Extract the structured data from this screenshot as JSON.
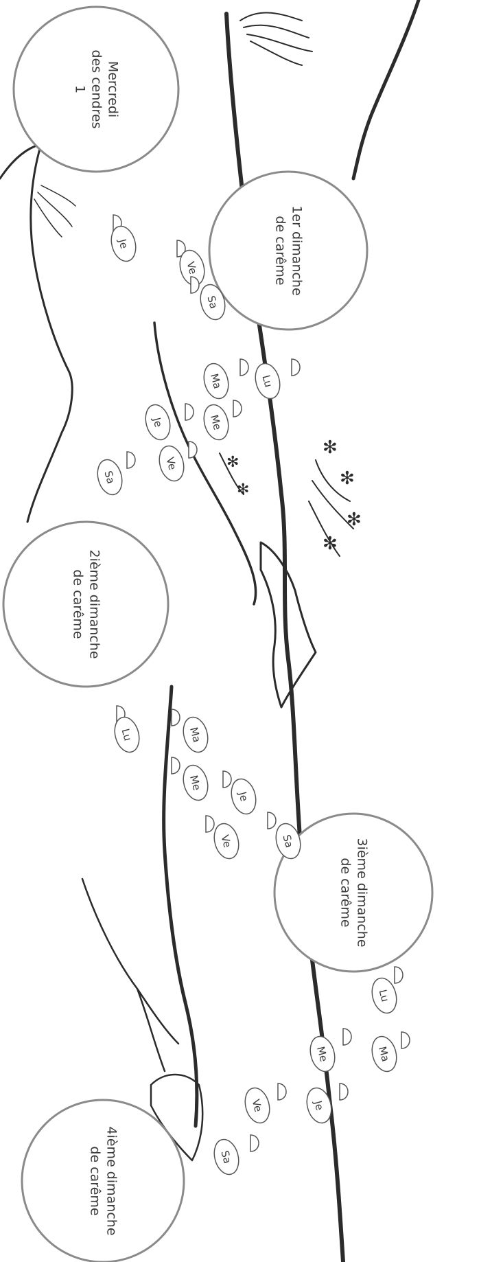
{
  "circles": [
    {
      "lines": [
        "Mercredi",
        "des cendres",
        "1"
      ]
    },
    {
      "lines": [
        "1er dimanche",
        "de carême"
      ]
    },
    {
      "lines": [
        "2ième dimanche",
        "de carême"
      ]
    },
    {
      "lines": [
        "3ième dimanche",
        "de carême"
      ]
    },
    {
      "lines": [
        "4ième dimanche",
        "de carême"
      ]
    }
  ],
  "footsteps": [
    "Je",
    "Ve",
    "Sa",
    "Lu",
    "Ma",
    "Me",
    "Je",
    "Ve",
    "Sa",
    "Lu",
    "Ma",
    "Me",
    "Je",
    "Ve",
    "Sa",
    "Lu",
    "Ma",
    "Me",
    "Je",
    "Ve",
    "Sa"
  ],
  "colors": {
    "circle_stroke": "#8a8a8a",
    "branch": "#2b2b2b",
    "text": "#3a3a3a"
  }
}
